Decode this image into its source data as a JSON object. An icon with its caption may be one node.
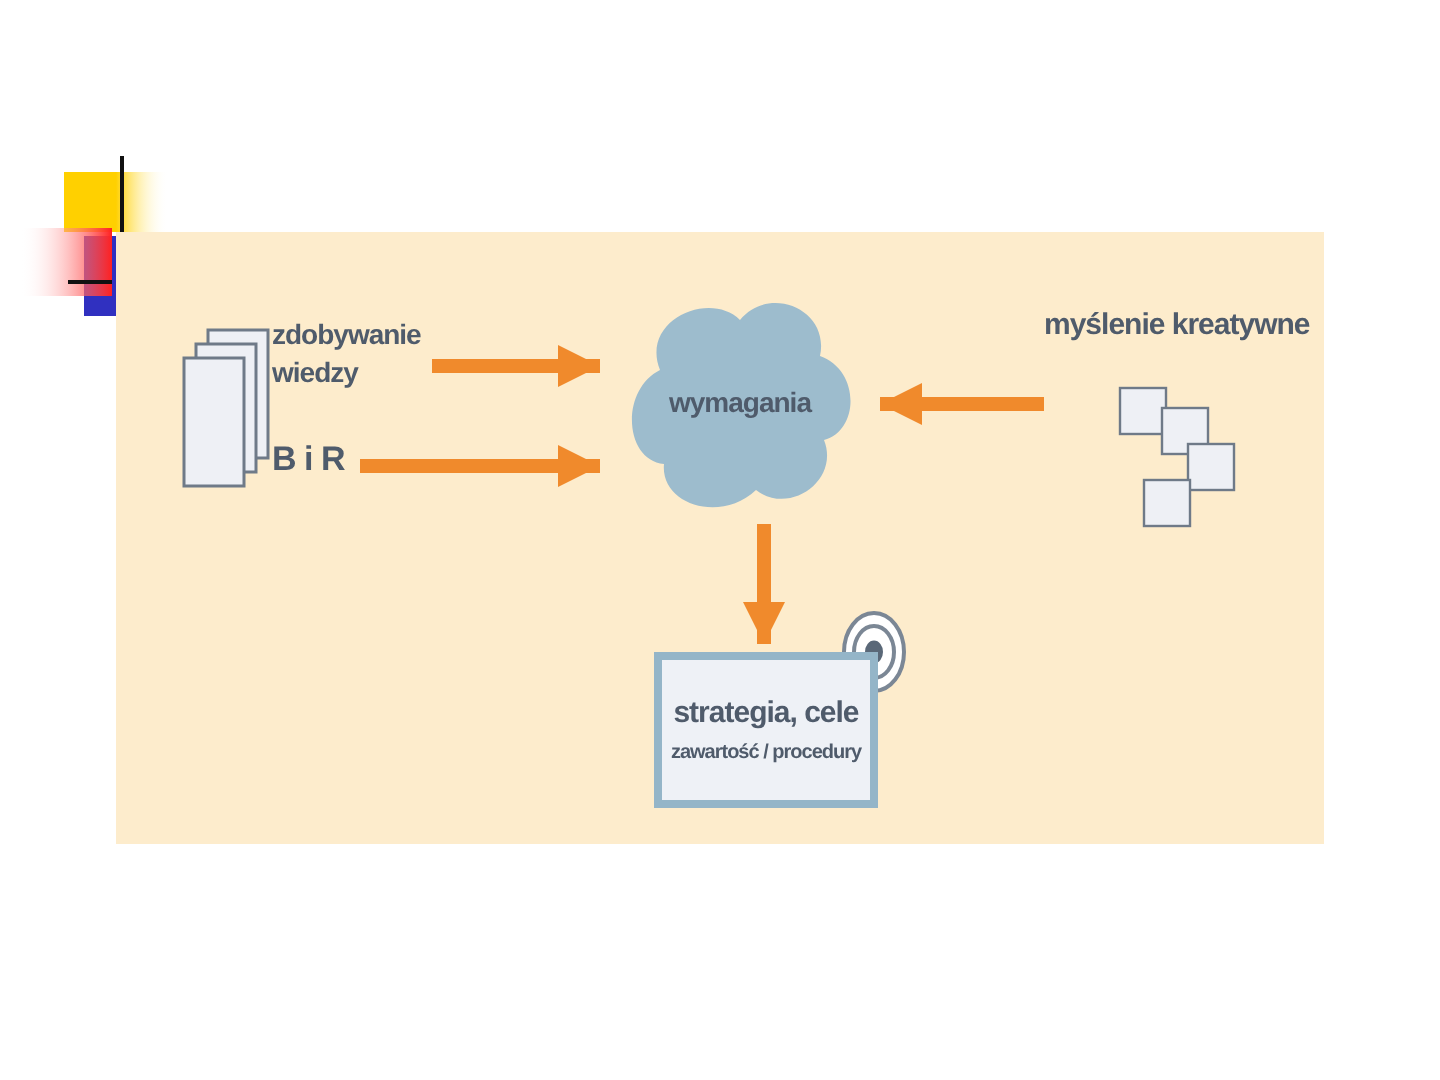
{
  "diagram": {
    "nodes": [
      {
        "text": [
          "zdobywanie wiedzy"
        ]
      },
      {
        "text": [
          "B i R"
        ]
      },
      {
        "text": [
          "wymagania"
        ]
      },
      {
        "text": [
          "myślenie kreatywne"
        ]
      },
      {
        "text": [
          "strategia, cele",
          "zawartość / procedury"
        ]
      }
    ],
    "edges": [
      {
        "from": 0,
        "to": 2,
        "arrow": "to"
      },
      {
        "from": 1,
        "to": 2,
        "arrow": "to"
      },
      {
        "from": 3,
        "to": 2,
        "arrow": "to"
      },
      {
        "from": 2,
        "to": 4,
        "arrow": "to"
      }
    ]
  }
}
